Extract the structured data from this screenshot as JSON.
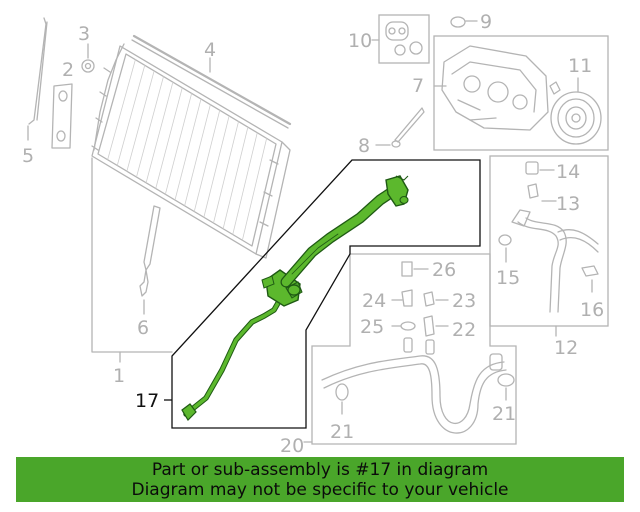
{
  "callouts": {
    "c1": "1",
    "c2": "2",
    "c3": "3",
    "c4": "4",
    "c5": "5",
    "c6": "6",
    "c7": "7",
    "c8": "8",
    "c9": "9",
    "c10": "10",
    "c11": "11",
    "c12": "12",
    "c13": "13",
    "c14": "14",
    "c15": "15",
    "c16": "16",
    "c17": "17",
    "c20": "20",
    "c21a": "21",
    "c21b": "21",
    "c22": "22",
    "c23": "23",
    "c24": "24",
    "c25": "25",
    "c26": "26"
  },
  "highlighted_part": "17",
  "colors": {
    "highlight": "#5cb82d",
    "banner": "#4aa62a",
    "linework": "#b4b4b4"
  },
  "banner": {
    "line1": "Part or sub-assembly is #17 in diagram",
    "line2": "Diagram may not be specific to your vehicle"
  }
}
